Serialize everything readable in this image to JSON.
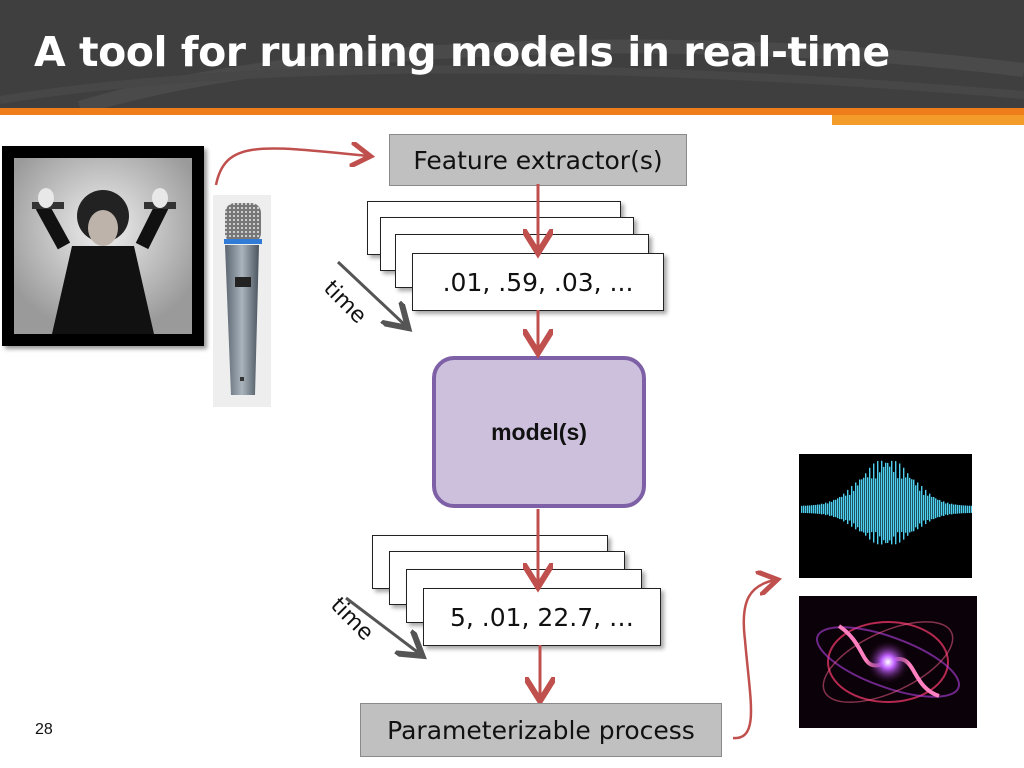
{
  "slide": {
    "title": "A tool for running models in real-time",
    "page_number": "28"
  },
  "diagram": {
    "feature_extractor_label": "Feature extractor(s)",
    "feature_vector_text": ".01, .59, .03, ...",
    "model_label": "model(s)",
    "output_vector_text": "5, .01, 22.7, …",
    "process_label": "Parameterizable process",
    "time_label_top": "time",
    "time_label_bottom": "time"
  },
  "colors": {
    "header_bg": "#3f3f3f",
    "accent_orange": "#ef7d1a",
    "arrow_red": "#c0504d",
    "model_fill": "#ccc0dc",
    "model_border": "#7e60a6",
    "box_gray": "#c0c0c0"
  },
  "images": {
    "performer_photo": "performer-photo",
    "microphone": "microphone-image",
    "waveform": "waveform-visualization",
    "abstract_visual": "abstract-swirl-visual"
  }
}
